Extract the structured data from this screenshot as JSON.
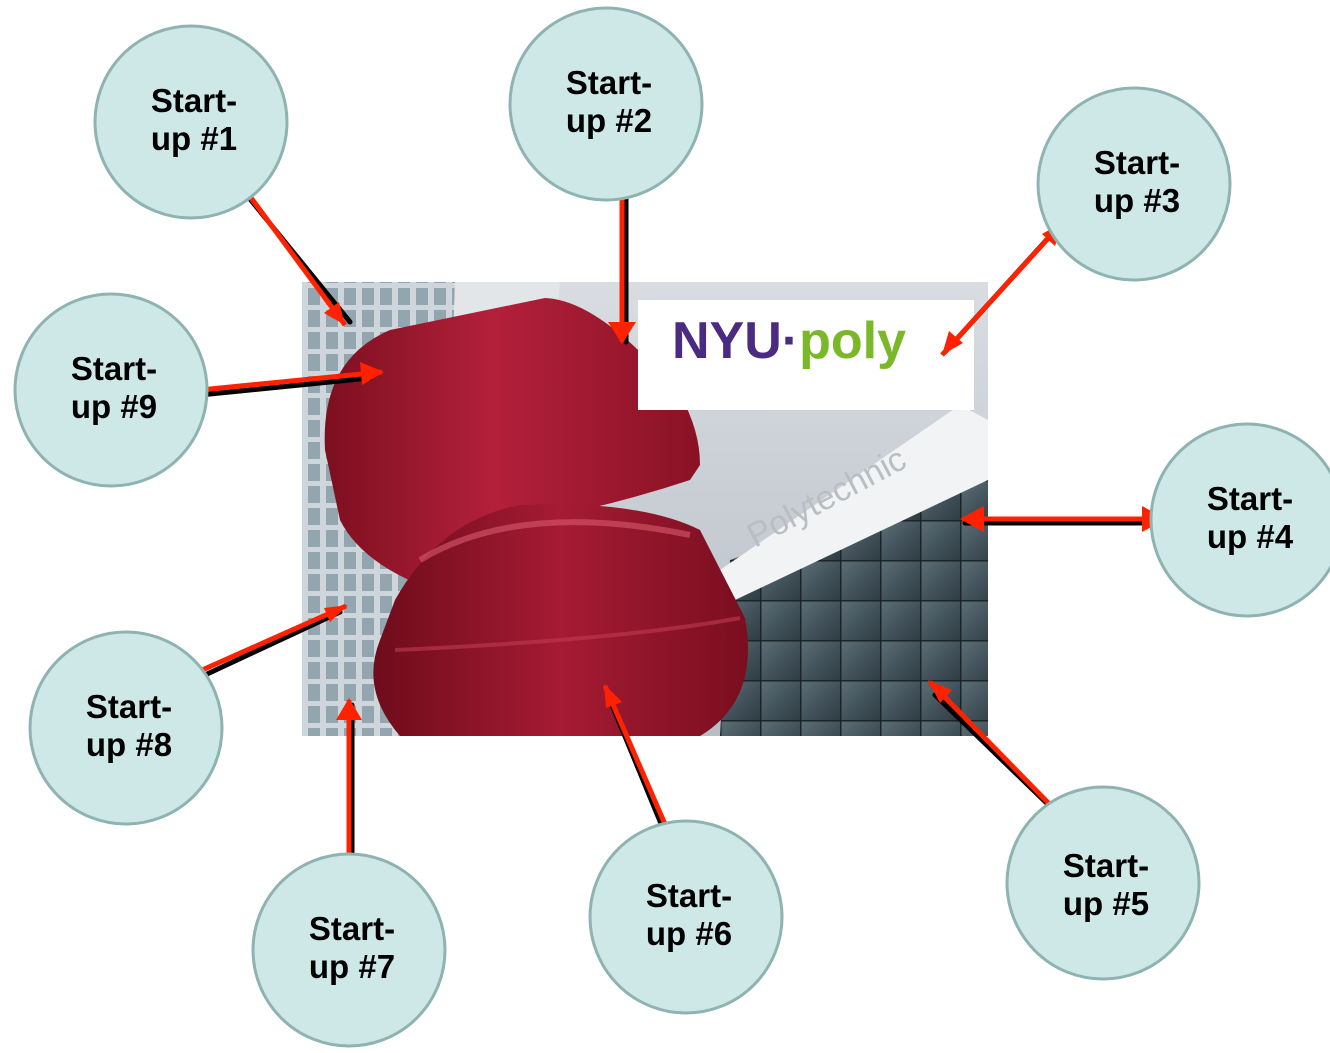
{
  "logo": {
    "left": "NYU",
    "dot": "·",
    "right": "poly"
  },
  "building_sign": "Polytechnic",
  "nodes": [
    {
      "line1": "Start-",
      "line2": "up #1"
    },
    {
      "line1": "Start-",
      "line2": "up #2"
    },
    {
      "line1": "Start-",
      "line2": "up #3"
    },
    {
      "line1": "Start-",
      "line2": "up #4"
    },
    {
      "line1": "Start-",
      "line2": "up #5"
    },
    {
      "line1": "Start-",
      "line2": "up #6"
    },
    {
      "line1": "Start-",
      "line2": "up #7"
    },
    {
      "line1": "Start-",
      "line2": "up #8"
    },
    {
      "line1": "Start-",
      "line2": "up #9"
    }
  ],
  "colors": {
    "node_fill": "#cde8e6",
    "node_stroke": "#8fb3b1",
    "arrow": "#ff2200",
    "arrow_shadow": "#000000",
    "logo_purple": "#4b2a82",
    "logo_green": "#7ab829",
    "sculpture_red": "#a3172c"
  },
  "icons": {
    "center_image": "campus-building-photo",
    "arrows": "double-headed-arrow"
  }
}
